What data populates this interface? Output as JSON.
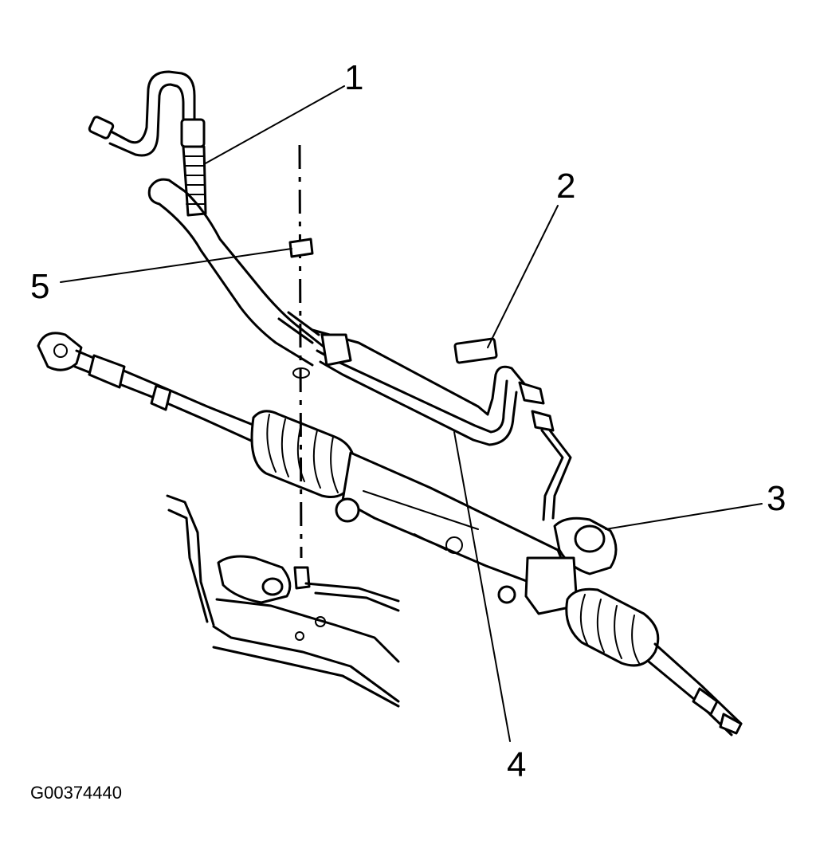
{
  "callouts": [
    {
      "id": "1",
      "label": "1"
    },
    {
      "id": "2",
      "label": "2"
    },
    {
      "id": "3",
      "label": "3"
    },
    {
      "id": "4",
      "label": "4"
    },
    {
      "id": "5",
      "label": "5"
    }
  ],
  "figure_id": "G00374440",
  "colors": {
    "ink": "#000000",
    "background": "#ffffff"
  }
}
